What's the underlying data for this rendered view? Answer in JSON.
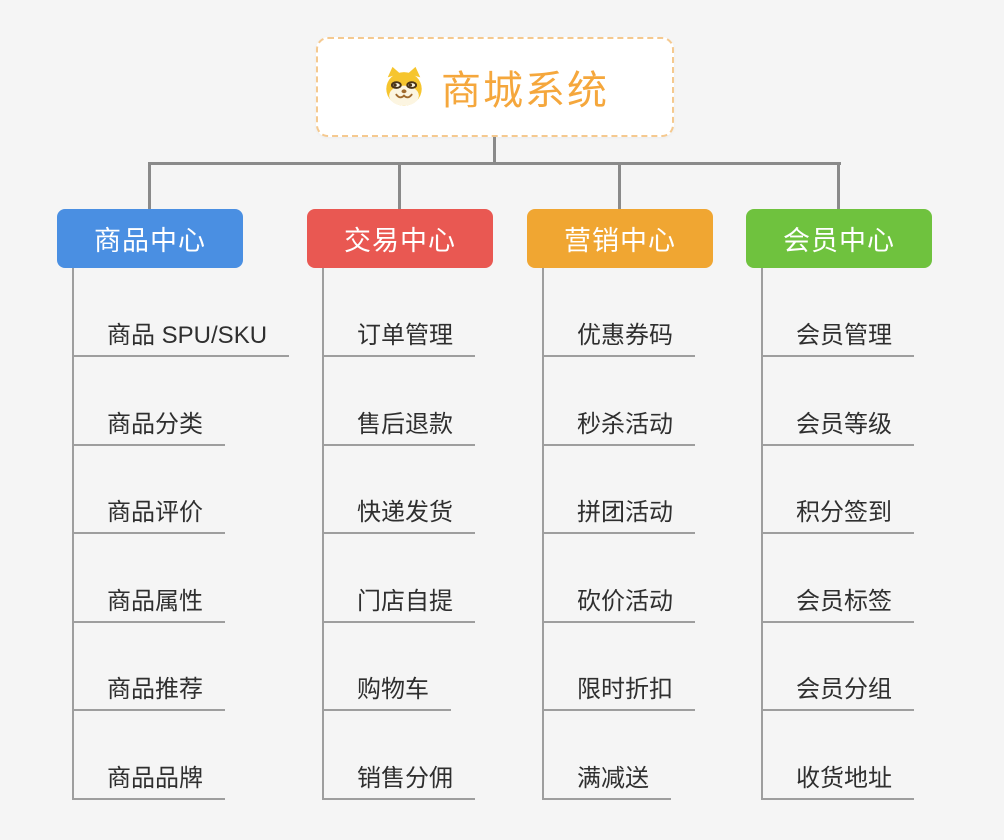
{
  "app": {
    "type": "mind-map",
    "background_color": "#f5f5f5",
    "connector_color": "#8a8a8a",
    "leaf_line_color": "#9e9e9e"
  },
  "root": {
    "title": "商城系统",
    "icon": "shiba-dog-icon",
    "accent_color": "#f5a73c",
    "border_color": "#f5c98f"
  },
  "branches": [
    {
      "label": "商品中心",
      "color": "#4a8fe2",
      "children": [
        "商品 SPU/SKU",
        "商品分类",
        "商品评价",
        "商品属性",
        "商品推荐",
        "商品品牌"
      ]
    },
    {
      "label": "交易中心",
      "color": "#e95852",
      "children": [
        "订单管理",
        "售后退款",
        "快递发货",
        "门店自提",
        "购物车",
        "销售分佣"
      ]
    },
    {
      "label": "营销中心",
      "color": "#f0a632",
      "children": [
        "优惠券码",
        "秒杀活动",
        "拼团活动",
        "砍价活动",
        "限时折扣",
        "满减送"
      ]
    },
    {
      "label": "会员中心",
      "color": "#6fc23e",
      "children": [
        "会员管理",
        "会员等级",
        "积分签到",
        "会员标签",
        "会员分组",
        "收货地址"
      ]
    }
  ]
}
